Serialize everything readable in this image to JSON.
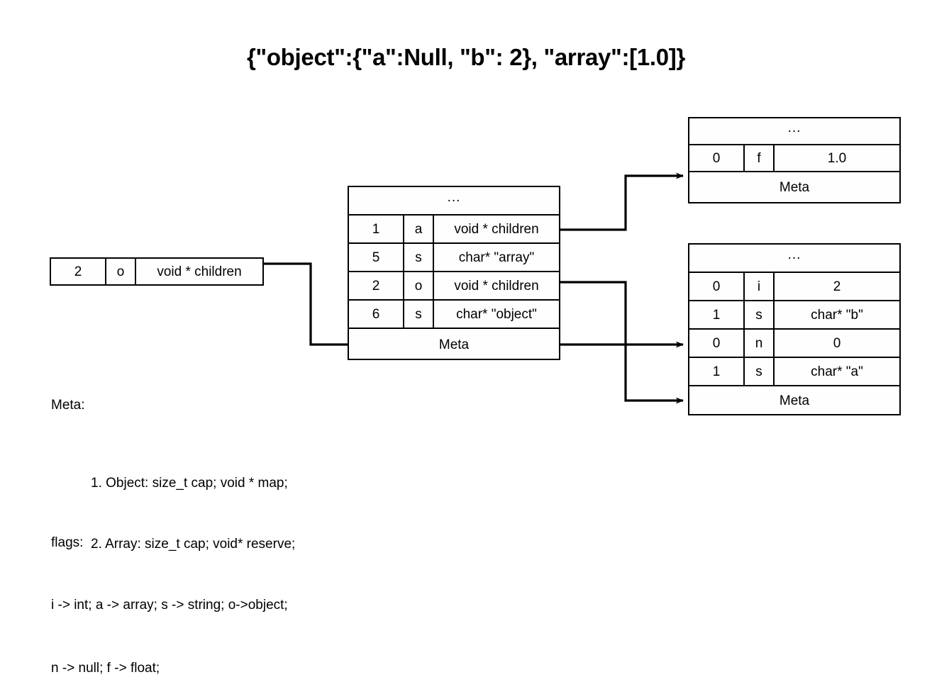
{
  "title": "{\"object\":{\"a\":Null, \"b\": 2}, \"array\":[1.0]}",
  "nodes": {
    "root": {
      "name": "root-node",
      "rows": [
        {
          "num": "2",
          "flag": "o",
          "value": "void * children"
        }
      ]
    },
    "center": {
      "name": "center-node",
      "header": "...",
      "footer": "Meta",
      "rows": [
        {
          "num": "1",
          "flag": "a",
          "value": "void * children"
        },
        {
          "num": "5",
          "flag": "s",
          "value": "char* \"array\""
        },
        {
          "num": "2",
          "flag": "o",
          "value": "void * children"
        },
        {
          "num": "6",
          "flag": "s",
          "value": "char* \"object\""
        }
      ]
    },
    "array": {
      "name": "array-node",
      "header": "...",
      "footer": "Meta",
      "rows": [
        {
          "num": "0",
          "flag": "f",
          "value": "1.0"
        }
      ]
    },
    "object": {
      "name": "object-node",
      "header": "...",
      "footer": "Meta",
      "rows": [
        {
          "num": "0",
          "flag": "i",
          "value": "2"
        },
        {
          "num": "1",
          "flag": "s",
          "value": "char* \"b\""
        },
        {
          "num": "0",
          "flag": "n",
          "value": "0"
        },
        {
          "num": "1",
          "flag": "s",
          "value": "char* \"a\""
        }
      ]
    }
  },
  "legend": {
    "meta_heading": "Meta:",
    "meta_items": [
      "1. Object: size_t cap; void * map;",
      "2. Array: size_t cap; void* reserve;"
    ],
    "flags_heading": "flags:",
    "flags_lines": [
      "i -> int; a -> array; s -> string; o->object;",
      "n -> null; f -> float;"
    ]
  },
  "colors": {
    "stroke": "#000000",
    "background": "#ffffff",
    "cell_fill": "#fefefe"
  }
}
